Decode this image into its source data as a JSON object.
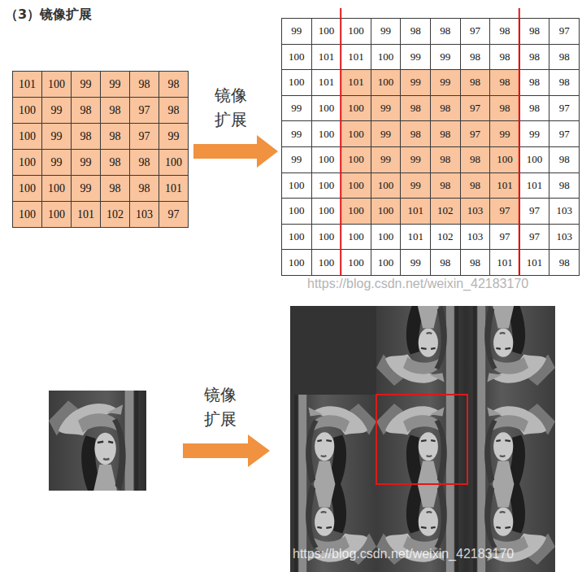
{
  "diagram": {
    "title": "（3）镜像扩展",
    "labels": [
      "101",
      "100",
      "99",
      "99",
      "98",
      "98",
      "100",
      "99",
      "98",
      "98",
      "97",
      "98",
      "100",
      "99",
      "98",
      "98",
      "97",
      "99",
      "100",
      "99",
      "99",
      "98",
      "98",
      "100",
      "100",
      "100",
      "99",
      "98",
      "98",
      "101",
      "100",
      "100",
      "101",
      "102",
      "103",
      "97",
      "镜像 扩展",
      "99",
      "100",
      "100",
      "99",
      "98",
      "98",
      "97",
      "98",
      "98",
      "97",
      "100",
      "101",
      "101",
      "100",
      "99",
      "99",
      "98",
      "98",
      "98",
      "98",
      "100",
      "101",
      "101",
      "100",
      "99",
      "99",
      "98",
      "98",
      "98",
      "98",
      "99",
      "100",
      "100",
      "99",
      "98",
      "98",
      "97",
      "98",
      "98",
      "97",
      "99",
      "100",
      "100",
      "99",
      "98",
      "98",
      "97",
      "99",
      "99",
      "97",
      "99",
      "100",
      "100",
      "99",
      "99",
      "98",
      "98",
      "100",
      "100",
      "98",
      "100",
      "100",
      "100",
      "100",
      "99",
      "98",
      "98",
      "101",
      "101",
      "98",
      "100",
      "100",
      "100",
      "100",
      "101",
      "102",
      "103",
      "97",
      "97",
      "103",
      "100",
      "100",
      "100",
      "100",
      "101",
      "102",
      "103",
      "97",
      "97",
      "103",
      "100",
      "100",
      "100",
      "100",
      "99",
      "98",
      "98",
      "101",
      "101",
      "98",
      "https://blog.csdn.net/weixin_42183170",
      "镜像 扩展",
      "https://blog.csdn.net/weixin_42183170"
    ]
  }
}
